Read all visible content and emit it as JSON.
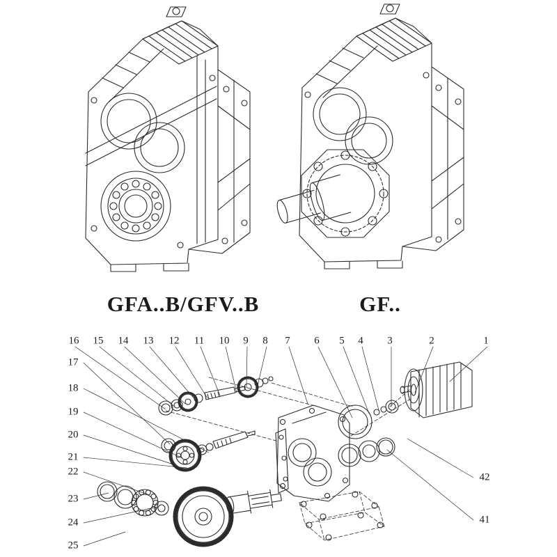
{
  "products": [
    {
      "label": "GFA..B/GFV..B"
    },
    {
      "label": "GF.."
    }
  ],
  "exploded": {
    "callouts_top": [
      "16",
      "15",
      "14",
      "13",
      "12",
      "11",
      "10",
      "9",
      "8",
      "7",
      "6",
      "5",
      "4",
      "3",
      "2",
      "1"
    ],
    "callouts_left": [
      "17",
      "18",
      "19",
      "20",
      "21",
      "22",
      "23",
      "24",
      "25"
    ],
    "callouts_right": [
      "42",
      "41"
    ]
  },
  "colors": {
    "line": "#2b2b2b",
    "background": "#ffffff",
    "text": "#1b1b1b"
  }
}
